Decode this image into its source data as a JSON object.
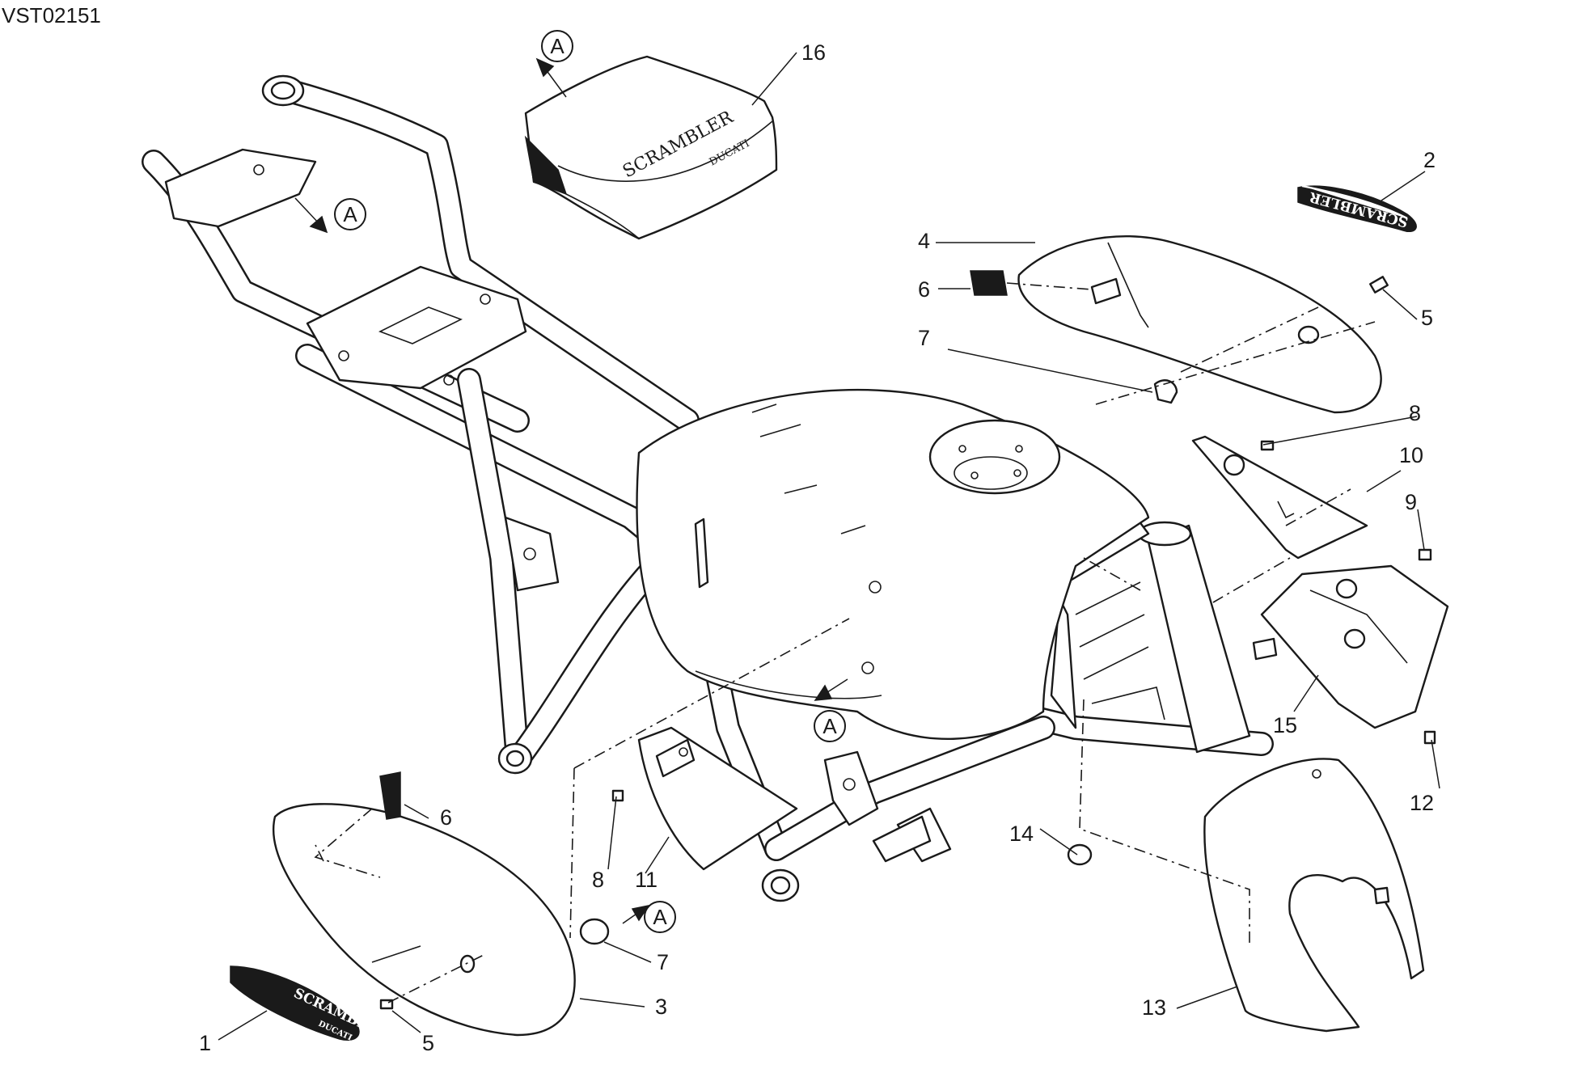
{
  "drawing_code": "VST02151",
  "view_marker": "A",
  "reference_numbers": [
    "1",
    "2",
    "3",
    "4",
    "5",
    "5",
    "6",
    "6",
    "7",
    "7",
    "8",
    "8",
    "9",
    "10",
    "11",
    "12",
    "13",
    "14",
    "15",
    "16"
  ],
  "badge_brand": "SCRAMBLER",
  "badge_sub": "DUCATI",
  "seat_brand": "SCRAMBLER",
  "seat_sub": "DUCATI"
}
